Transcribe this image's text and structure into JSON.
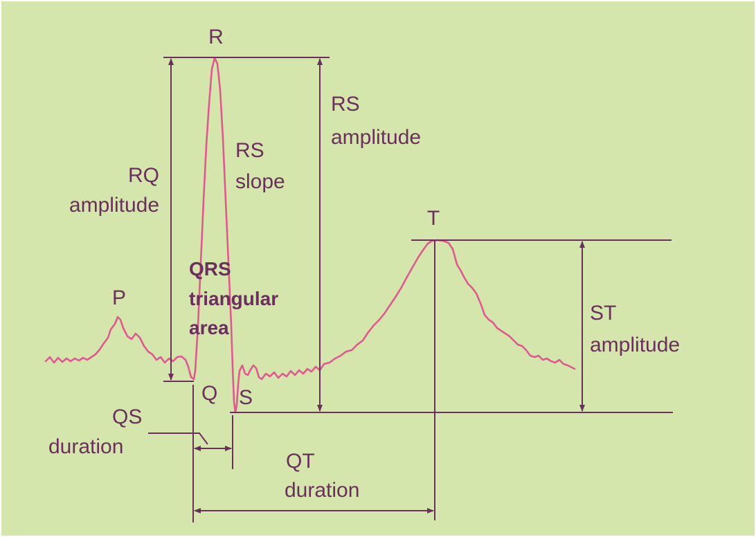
{
  "colors": {
    "background": "#d5e6ad",
    "frame": "#ffffff",
    "wave": "#e2578f",
    "annotation": "#6b2f5e"
  },
  "labels": {
    "r_peak": "R",
    "t_peak": "T",
    "p_peak": "P",
    "q_point": "Q",
    "s_point": "S",
    "rs_amplitude_1": "RS",
    "rs_amplitude_2": "amplitude",
    "rq_amplitude_1": "RQ",
    "rq_amplitude_2": "amplitude",
    "rs_slope_1": "RS",
    "rs_slope_2": "slope",
    "qrs_area_1": "QRS",
    "qrs_area_2": "triangular",
    "qrs_area_3": "area",
    "st_amplitude_1": "ST",
    "st_amplitude_2": "amplitude",
    "qs_duration_1": "QS",
    "qs_duration_2": "duration",
    "qt_duration_1": "QT",
    "qt_duration_2": "duration"
  }
}
